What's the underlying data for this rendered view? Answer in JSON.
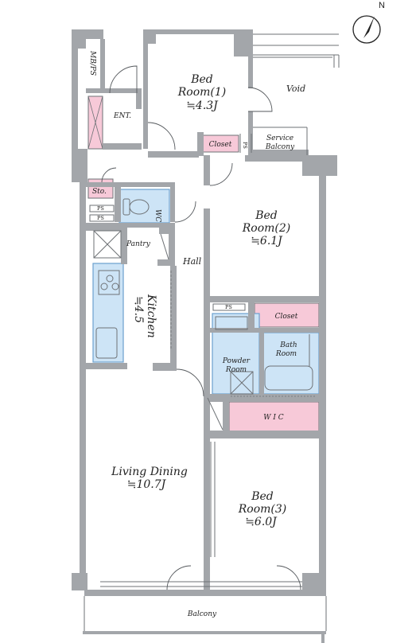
{
  "colors": {
    "wall": "#a3a6aa",
    "pink": "#f7c9d8",
    "blue": "#cde4f6",
    "blue_edge": "#6aa0cf",
    "line": "#6e7276"
  },
  "compass": {
    "label": "N"
  },
  "rooms": {
    "bed1": {
      "name_1": "Bed",
      "name_2": "Room(1)",
      "size": "≒4.3J"
    },
    "bed2": {
      "name_1": "Bed",
      "name_2": "Room(2)",
      "size": "≒6.1J"
    },
    "bed3": {
      "name_1": "Bed",
      "name_2": "Room(3)",
      "size": "≒6.0J"
    },
    "living": {
      "name": "Living Dining",
      "size": "≒10.7J"
    },
    "kitchen": {
      "name": "Kitchen",
      "size": "≒4.5"
    },
    "void": "Void",
    "service_balcony": {
      "line_1": "Service",
      "line_2": "Balcony"
    },
    "closet_small": "Closet",
    "closet_2": "Closet",
    "bath": {
      "line_1": "Bath",
      "line_2": "Room"
    },
    "powder": {
      "line_1": "Powder",
      "line_2": "Room"
    },
    "wic": "W I C",
    "hall": "Hall",
    "pantry": "Pantry",
    "entrance": "ENT.",
    "storage": "Sto.",
    "wc": "WC",
    "mbps": "MB/PS",
    "balcony": "Balcony",
    "ps": "PS"
  }
}
